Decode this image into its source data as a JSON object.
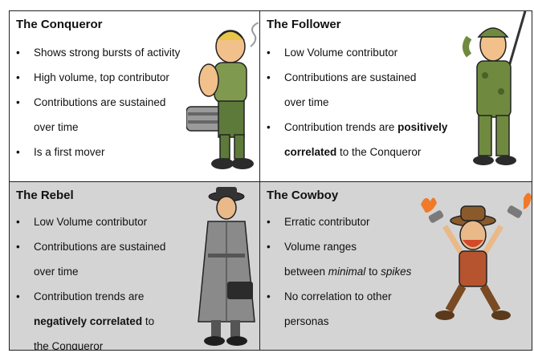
{
  "conqueror": {
    "title": "The Conqueror",
    "l1": "Shows strong bursts of activity",
    "l2": "High volume, top contributor",
    "l3": "Contributions are sustained",
    "l3b": "over time",
    "l4": "Is a first mover"
  },
  "follower": {
    "title": "The Follower",
    "l1": "Low Volume contributor",
    "l2": "Contributions are sustained",
    "l2b": "over time",
    "l3a": "Contribution trends are ",
    "l3bold1": "positively",
    "l3bold2": "correlated",
    "l3c": " to the Conqueror"
  },
  "rebel": {
    "title": "The Rebel",
    "l1": "Low Volume contributor",
    "l2": "Contributions are sustained",
    "l2b": "over time",
    "l3": "Contribution trends are",
    "l3bold": "negatively correlated",
    "l3c": " to",
    "l3d": "the Conqueror"
  },
  "cowboy": {
    "title": "The Cowboy",
    "l1": "Erratic contributor",
    "l2": "Volume ranges",
    "l2b_pre": "between ",
    "l2b_i1": "minimal",
    "l2b_mid": " to ",
    "l2b_i2": "spikes",
    "l3": "No correlation to other",
    "l3b": "personas"
  }
}
